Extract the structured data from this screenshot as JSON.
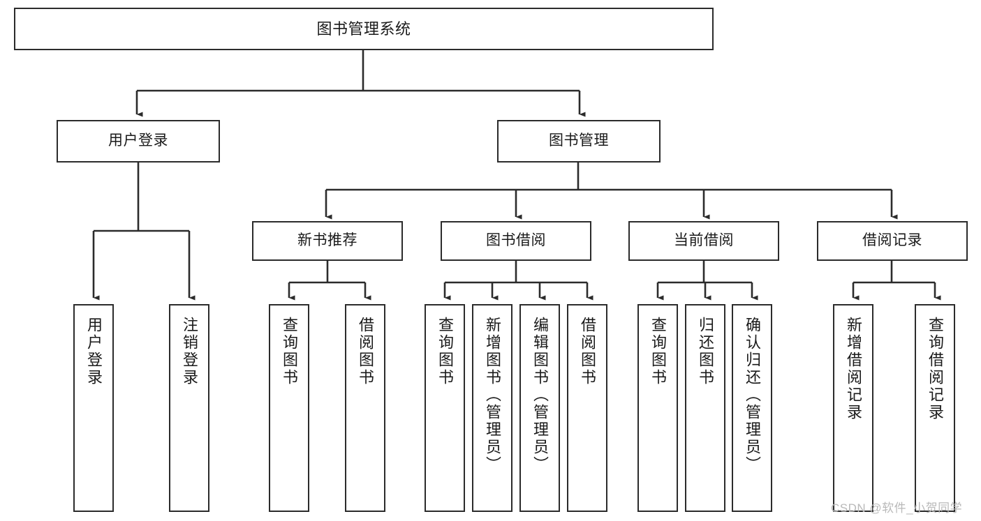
{
  "diagram": {
    "title": "图书管理系统",
    "type": "tree-hierarchy-functional-structure",
    "stroke_color": "#2b2b2b",
    "background_color": "#ffffff",
    "watermark": "CSDN @软件_小贺同学",
    "levels": {
      "root": "图书管理系统",
      "level2": [
        "用户登录",
        "图书管理"
      ],
      "level3": [
        "新书推荐",
        "图书借阅",
        "当前借阅",
        "借阅记录"
      ],
      "level4": [
        "用户登录",
        "注销登录",
        "查询图书",
        "借阅图书",
        "查询图书",
        "新增图书（管理员）",
        "编辑图书（管理员）",
        "借阅图书",
        "查询图书",
        "归还图书",
        "确认归还（管理员）",
        "新增借阅记录",
        "查询借阅记录"
      ]
    },
    "nodes": {
      "root": {
        "label": "图书管理系统"
      },
      "user_login": {
        "label": "用户登录"
      },
      "book_manage": {
        "label": "图书管理"
      },
      "new_book_rec": {
        "label": "新书推荐"
      },
      "book_borrow": {
        "label": "图书借阅"
      },
      "current_borrow": {
        "label": "当前借阅"
      },
      "borrow_record": {
        "label": "借阅记录"
      },
      "leaf_user_login": {
        "label": "用户登录"
      },
      "leaf_logout": {
        "label": "注销登录"
      },
      "leaf_query_book_1": {
        "label": "查询图书"
      },
      "leaf_borrow_book_1": {
        "label": "借阅图书"
      },
      "leaf_query_book_2": {
        "label": "查询图书"
      },
      "leaf_add_book": {
        "label": "新增图书（管理员）"
      },
      "leaf_edit_book": {
        "label": "编辑图书（管理员）"
      },
      "leaf_borrow_book_2": {
        "label": "借阅图书"
      },
      "leaf_query_book_3": {
        "label": "查询图书"
      },
      "leaf_return_book": {
        "label": "归还图书"
      },
      "leaf_confirm_return": {
        "label": "确认归还（管理员）"
      },
      "leaf_add_record": {
        "label": "新增借阅记录"
      },
      "leaf_query_record": {
        "label": "查询借阅记录"
      }
    }
  }
}
